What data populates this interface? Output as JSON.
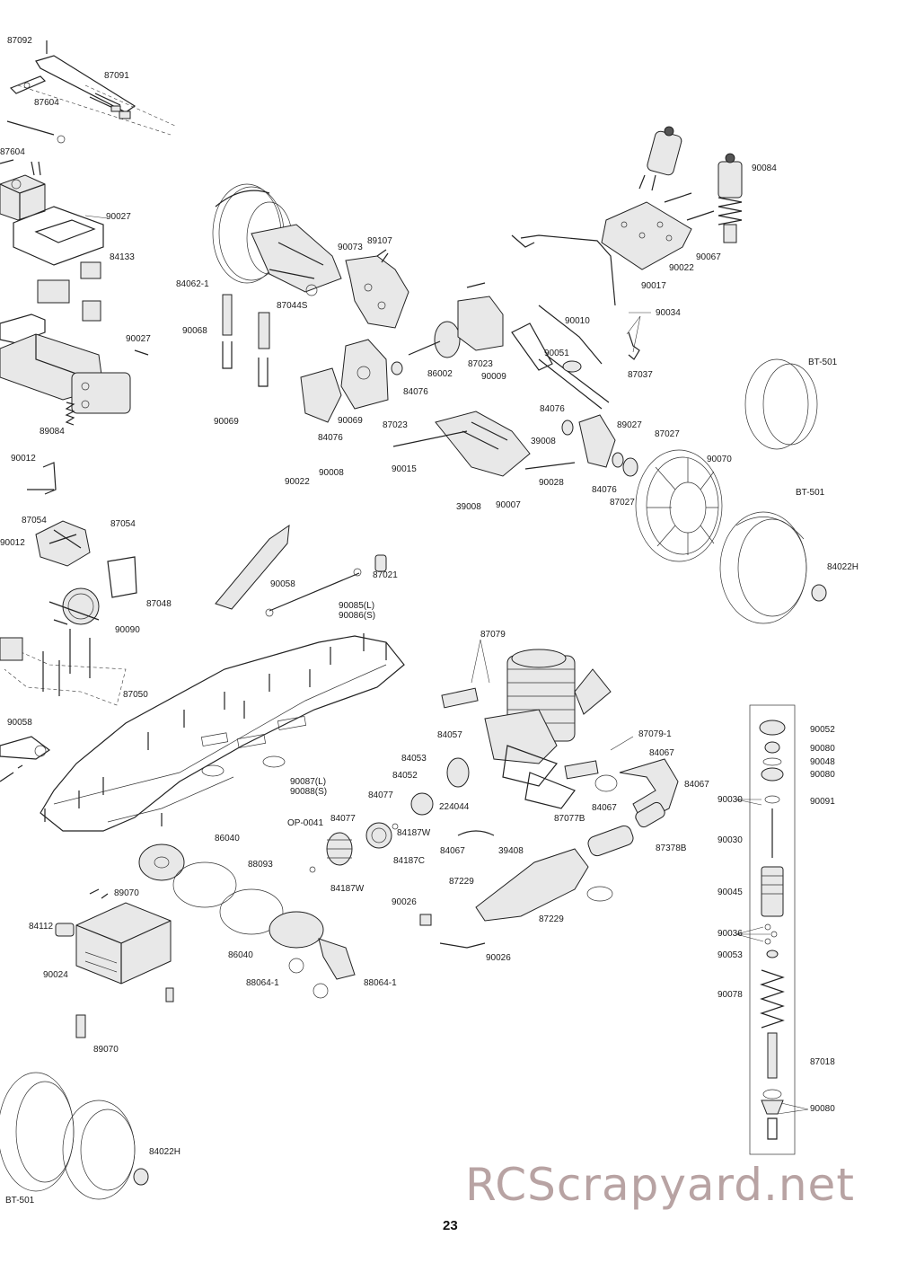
{
  "labels": {
    "p87092": "87092",
    "p87091": "87091",
    "p87604a": "87604",
    "p87604b": "87604",
    "p90027a": "90027",
    "p84133": "84133",
    "p90027b": "90027",
    "p89084": "89084",
    "p90012a": "90012",
    "p87054a": "87054",
    "p87054b": "87054",
    "p90012b": "90012",
    "p87048": "87048",
    "p90090": "90090",
    "p87050": "87050",
    "p90058a": "90058",
    "p84062": "84062-1",
    "p90068": "90068",
    "p87044": "87044S",
    "p90073": "90073",
    "p89107": "89107",
    "p86002": "86002",
    "p84076a": "84076",
    "p87023a": "87023",
    "p87023b": "87023",
    "p90069a": "90069",
    "p90069b": "90069",
    "p84076b": "84076",
    "p90008": "90008",
    "p90022a": "90022",
    "p90015": "90015",
    "p90009": "90009",
    "p90051": "90051",
    "p90010": "90010",
    "p87037": "87037",
    "p90034": "90034",
    "p90017": "90017",
    "p90022b": "90022",
    "p90067": "90067",
    "p90084": "90084",
    "p84076c": "84076",
    "p89027": "89027",
    "p87027a": "87027",
    "p39008a": "39008",
    "p90028": "90028",
    "p84076d": "84076",
    "p87027b": "87027",
    "p39008b": "39008",
    "p90007": "90007",
    "p90070": "90070",
    "pBT501a": "BT-501",
    "pBT501b": "BT-501",
    "p84022a": "84022H",
    "p90058b": "90058",
    "p87021": "87021",
    "p90085": "90085(L)",
    "p90086": "90086(S)",
    "p90087": "90087(L)",
    "p90088": "90088(S)",
    "p87079": "87079",
    "p87079_1": "87079-1",
    "p84057": "84057",
    "p84067a": "84067",
    "p84053": "84053",
    "p84052": "84052",
    "p84077a": "84077",
    "p84077b": "84077",
    "pOP0041": "OP-0041",
    "p224044": "224044",
    "p84187Wa": "84187W",
    "p84187C": "84187C",
    "p84187Wb": "84187W",
    "p84067b": "84067",
    "p84067c": "84067",
    "p87077B": "87077B",
    "p39408": "39408",
    "p84067d": "84067",
    "p87378B": "87378B",
    "p86040a": "86040",
    "p88093": "88093",
    "p89070a": "89070",
    "p84112": "84112",
    "p86040b": "86040",
    "p90024": "90024",
    "p88064a": "88064-1",
    "p88064b": "88064-1",
    "p89070b": "89070",
    "p87229a": "87229",
    "p87229b": "87229",
    "p90026a": "90026",
    "p90026b": "90026",
    "p84022b": "84022H",
    "pBT501c": "BT-501",
    "s90052": "90052",
    "s90080a": "90080",
    "s90048": "90048",
    "s90080b": "90080",
    "s90030a": "90030",
    "s90091": "90091",
    "s90030b": "90030",
    "s90045": "90045",
    "s90036": "90036",
    "s90053": "90053",
    "s90078": "90078",
    "s87018": "87018",
    "s90080c": "90080"
  },
  "watermark": "RCScrapyard.net",
  "page_number": "23"
}
